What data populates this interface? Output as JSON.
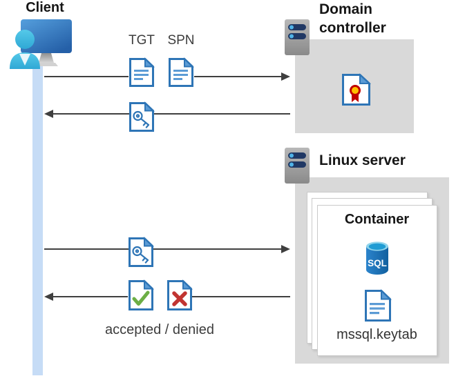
{
  "client": {
    "label": "Client"
  },
  "domain_controller": {
    "line1": "Domain",
    "line2": "controller"
  },
  "linux_server": {
    "label": "Linux server"
  },
  "container": {
    "title": "Container",
    "sql_text": "SQL",
    "keytab_label": "mssql.keytab"
  },
  "messages": {
    "tgt": "TGT",
    "spn": "SPN",
    "accepted_denied": "accepted / denied"
  },
  "icons": {
    "client": "user-at-computer-icon",
    "server": "server-icon",
    "certificate": "certificate-document-icon",
    "ticket": "document-text-icon",
    "key": "document-key-icon",
    "accepted": "document-check-icon",
    "denied": "document-x-icon",
    "database": "sql-database-icon"
  },
  "colors": {
    "doc_blue": "#2e75b6",
    "doc_fill_blue": "#5b9bd5",
    "box_gray": "#d9d9d9",
    "arrow_gray": "#3f3f3f",
    "lifeline_blue": "#c6dcf6",
    "check_green": "#6cae45",
    "cross_red": "#c13431",
    "cert_red": "#c00000",
    "cert_yellow": "#ffc000",
    "pill_navy": "#203864",
    "dot_cyan": "#4fb3e8"
  }
}
